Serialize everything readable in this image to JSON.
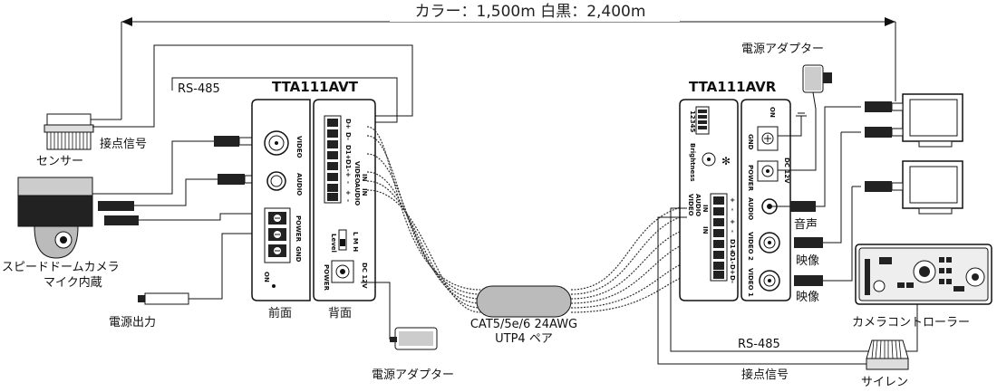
{
  "header": {
    "distance": "カラー：1,500m  白黒：2,400m"
  },
  "transmitter": {
    "model": "TTA111AVT",
    "front_label": "前面",
    "rear_label": "背面",
    "video_port": "VIDEO",
    "audio_port": "AUDIO",
    "power_terminal": "POWER",
    "gnd_terminal": "GND",
    "on_label": "ON",
    "level_label": "Level",
    "level_lh": "L M H",
    "power_label": "POWER",
    "dc_label": "DC 12V",
    "terminal_labels": [
      "D+",
      "D-",
      "D1+",
      "D1-",
      "+",
      "-",
      "+",
      "-"
    ],
    "terminal_group_labels": [
      "VIDEO",
      "AUDIO",
      "IN",
      "IN"
    ]
  },
  "receiver": {
    "model": "TTA111AVR",
    "dip_numbers": "12345",
    "brightness_label": "Brightness",
    "gnd_label": "GND",
    "on_label": "ON",
    "power_label": "POWER",
    "dc_label": "DC 12V",
    "audio_port": "AUDIO",
    "video2_port": "VIDEO 2",
    "video1_port": "VIDEO 1",
    "terminal_group_labels": [
      "VIDEO",
      "AUDIO",
      "IN",
      "IN"
    ],
    "terminal_labels": [
      "+",
      "-",
      "+",
      "-",
      "D1+",
      "D1-",
      "D+",
      "D-"
    ]
  },
  "labels": {
    "sensor": "センサー",
    "contact_signal_left": "接点信号",
    "rs485_left": "RS-485",
    "camera": "スピードドームカメラ",
    "camera_mic": "マイク内蔵",
    "power_output": "電源出力",
    "adapter_left": "電源アダプター",
    "cable": "CAT5/5e/6 24AWG",
    "cable_pair": "UTP4 ペア",
    "adapter_right": "電源アダプター",
    "audio_out": "音声",
    "video_out_1": "映像",
    "video_out_2": "映像",
    "controller": "カメラコントローラー",
    "rs485_right": "RS-485",
    "contact_signal_right": "接点信号",
    "siren": "サイレン"
  }
}
